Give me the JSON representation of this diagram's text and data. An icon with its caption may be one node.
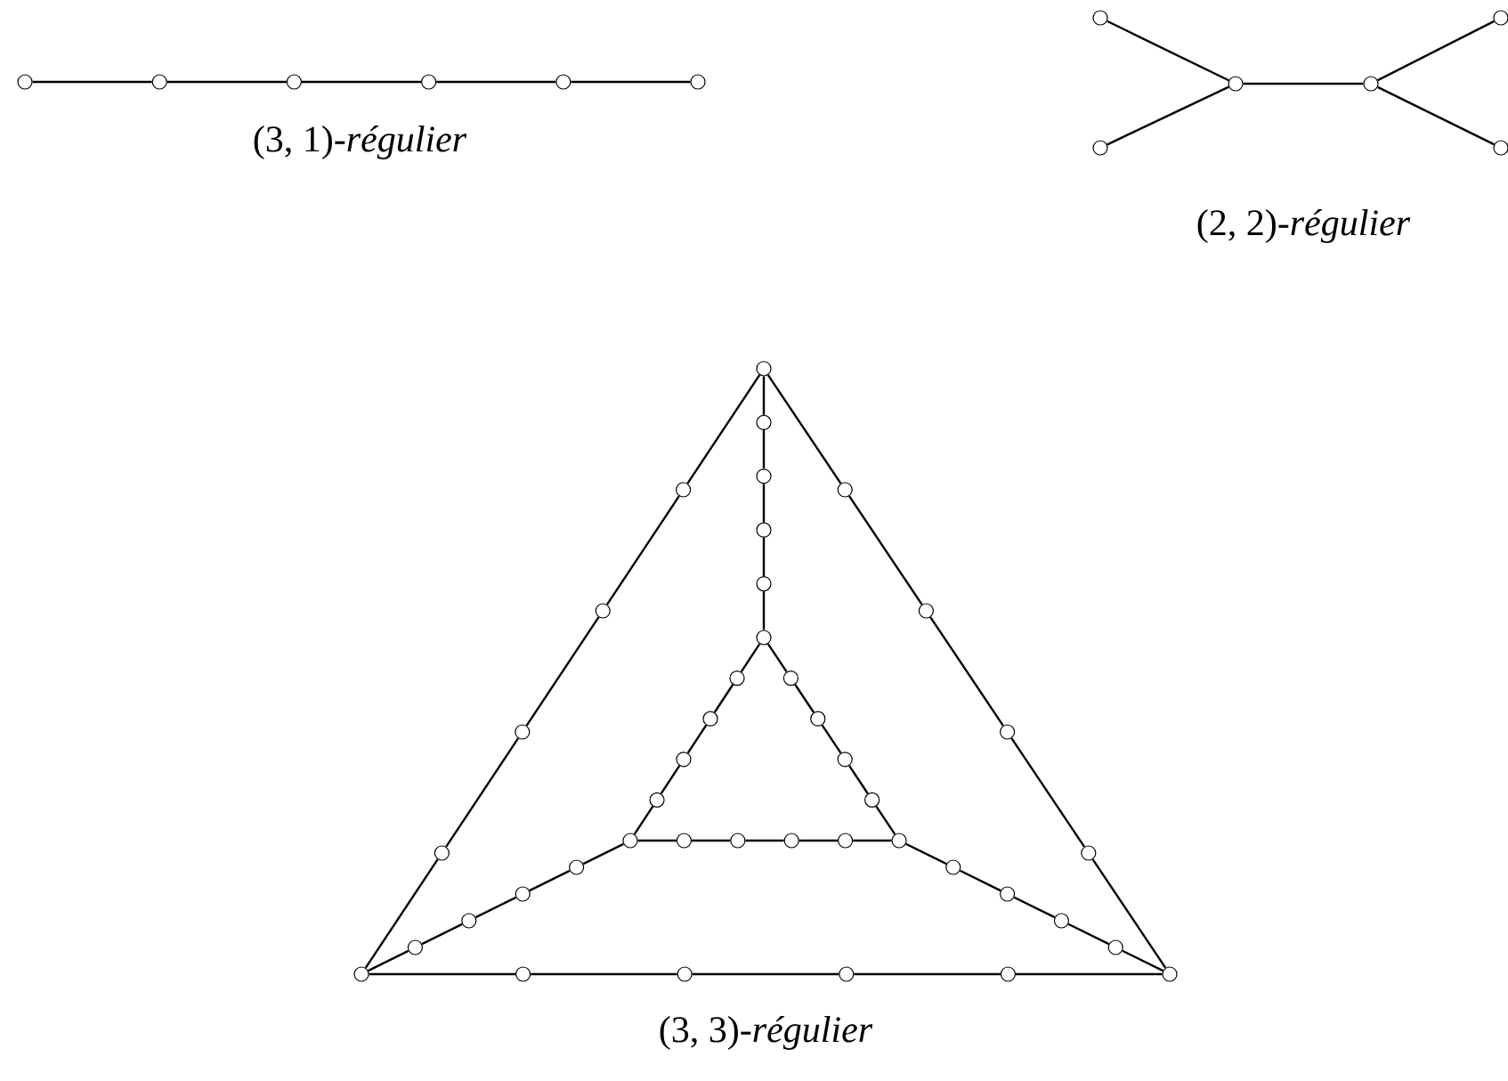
{
  "diagram": {
    "nodes": [
      {
        "text": [],
        "shape": "circle"
      },
      {
        "text": [],
        "shape": "circle"
      },
      {
        "text": [],
        "shape": "circle"
      },
      {
        "text": [],
        "shape": "circle"
      },
      {
        "text": [],
        "shape": "circle"
      },
      {
        "text": [],
        "shape": "circle"
      },
      {
        "text": [],
        "shape": "circle"
      },
      {
        "text": [],
        "shape": "circle"
      },
      {
        "text": [],
        "shape": "circle"
      },
      {
        "text": [],
        "shape": "circle"
      },
      {
        "text": [],
        "shape": "circle"
      },
      {
        "text": [],
        "shape": "circle"
      },
      {
        "text": [],
        "shape": "circle"
      },
      {
        "text": [],
        "shape": "circle"
      },
      {
        "text": [],
        "shape": "circle"
      },
      {
        "text": [],
        "shape": "circle"
      },
      {
        "text": [],
        "shape": "circle"
      },
      {
        "text": [],
        "shape": "circle"
      },
      {
        "text": [],
        "shape": "circle"
      },
      {
        "text": [],
        "shape": "circle"
      },
      {
        "text": [],
        "shape": "circle"
      },
      {
        "text": [],
        "shape": "circle"
      },
      {
        "text": [],
        "shape": "circle"
      },
      {
        "text": [],
        "shape": "circle"
      },
      {
        "text": [],
        "shape": "circle"
      },
      {
        "text": [],
        "shape": "circle"
      },
      {
        "text": [],
        "shape": "circle"
      },
      {
        "text": [],
        "shape": "circle"
      },
      {
        "text": [],
        "shape": "circle"
      },
      {
        "text": [],
        "shape": "circle"
      },
      {
        "text": [],
        "shape": "circle"
      },
      {
        "text": [],
        "shape": "circle"
      },
      {
        "text": [],
        "shape": "circle"
      },
      {
        "text": [],
        "shape": "circle"
      },
      {
        "text": [],
        "shape": "circle"
      },
      {
        "text": [],
        "shape": "circle"
      },
      {
        "text": [],
        "shape": "circle"
      },
      {
        "text": [],
        "shape": "circle"
      },
      {
        "text": [],
        "shape": "circle"
      },
      {
        "text": [],
        "shape": "circle"
      },
      {
        "text": [],
        "shape": "circle"
      },
      {
        "text": [],
        "shape": "circle"
      },
      {
        "text": [],
        "shape": "circle"
      },
      {
        "text": [],
        "shape": "circle"
      },
      {
        "text": [],
        "shape": "circle"
      },
      {
        "text": [],
        "shape": "circle"
      },
      {
        "text": [],
        "shape": "circle"
      },
      {
        "text": [],
        "shape": "circle"
      },
      {
        "text": [],
        "shape": "circle"
      },
      {
        "text": [],
        "shape": "circle"
      },
      {
        "text": [],
        "shape": "circle"
      },
      {
        "text": [],
        "shape": "circle"
      },
      {
        "text": [],
        "shape": "circle"
      },
      {
        "text": [],
        "shape": "circle"
      }
    ],
    "edges": [
      {
        "from": 0,
        "to": 1,
        "arrow": "none"
      },
      {
        "from": 1,
        "to": 2,
        "arrow": "none"
      },
      {
        "from": 2,
        "to": 3,
        "arrow": "none"
      },
      {
        "from": 3,
        "to": 4,
        "arrow": "none"
      },
      {
        "from": 4,
        "to": 5,
        "arrow": "none"
      },
      {
        "from": 6,
        "to": 8,
        "arrow": "none"
      },
      {
        "from": 7,
        "to": 8,
        "arrow": "none"
      },
      {
        "from": 8,
        "to": 9,
        "arrow": "none"
      },
      {
        "from": 9,
        "to": 10,
        "arrow": "none"
      },
      {
        "from": 9,
        "to": 11,
        "arrow": "none"
      },
      {
        "from": 12,
        "to": 18,
        "arrow": "none"
      },
      {
        "from": 18,
        "to": 19,
        "arrow": "none"
      },
      {
        "from": 19,
        "to": 20,
        "arrow": "none"
      },
      {
        "from": 20,
        "to": 21,
        "arrow": "none"
      },
      {
        "from": 21,
        "to": 13,
        "arrow": "none"
      },
      {
        "from": 12,
        "to": 22,
        "arrow": "none"
      },
      {
        "from": 22,
        "to": 23,
        "arrow": "none"
      },
      {
        "from": 23,
        "to": 24,
        "arrow": "none"
      },
      {
        "from": 24,
        "to": 25,
        "arrow": "none"
      },
      {
        "from": 25,
        "to": 14,
        "arrow": "none"
      },
      {
        "from": 13,
        "to": 26,
        "arrow": "none"
      },
      {
        "from": 26,
        "to": 27,
        "arrow": "none"
      },
      {
        "from": 27,
        "to": 28,
        "arrow": "none"
      },
      {
        "from": 28,
        "to": 29,
        "arrow": "none"
      },
      {
        "from": 29,
        "to": 14,
        "arrow": "none"
      },
      {
        "from": 12,
        "to": 30,
        "arrow": "none"
      },
      {
        "from": 30,
        "to": 31,
        "arrow": "none"
      },
      {
        "from": 31,
        "to": 32,
        "arrow": "none"
      },
      {
        "from": 32,
        "to": 33,
        "arrow": "none"
      },
      {
        "from": 33,
        "to": 15,
        "arrow": "none"
      },
      {
        "from": 15,
        "to": 34,
        "arrow": "none"
      },
      {
        "from": 34,
        "to": 35,
        "arrow": "none"
      },
      {
        "from": 35,
        "to": 36,
        "arrow": "none"
      },
      {
        "from": 36,
        "to": 37,
        "arrow": "none"
      },
      {
        "from": 37,
        "to": 16,
        "arrow": "none"
      },
      {
        "from": 15,
        "to": 38,
        "arrow": "none"
      },
      {
        "from": 38,
        "to": 39,
        "arrow": "none"
      },
      {
        "from": 39,
        "to": 40,
        "arrow": "none"
      },
      {
        "from": 40,
        "to": 41,
        "arrow": "none"
      },
      {
        "from": 41,
        "to": 17,
        "arrow": "none"
      },
      {
        "from": 16,
        "to": 42,
        "arrow": "none"
      },
      {
        "from": 42,
        "to": 43,
        "arrow": "none"
      },
      {
        "from": 43,
        "to": 44,
        "arrow": "none"
      },
      {
        "from": 44,
        "to": 45,
        "arrow": "none"
      },
      {
        "from": 45,
        "to": 17,
        "arrow": "none"
      },
      {
        "from": 13,
        "to": 46,
        "arrow": "none"
      },
      {
        "from": 46,
        "to": 47,
        "arrow": "none"
      },
      {
        "from": 47,
        "to": 48,
        "arrow": "none"
      },
      {
        "from": 48,
        "to": 49,
        "arrow": "none"
      },
      {
        "from": 49,
        "to": 16,
        "arrow": "none"
      },
      {
        "from": 14,
        "to": 50,
        "arrow": "none"
      },
      {
        "from": 50,
        "to": 51,
        "arrow": "none"
      },
      {
        "from": 51,
        "to": 52,
        "arrow": "none"
      },
      {
        "from": 52,
        "to": 53,
        "arrow": "none"
      },
      {
        "from": 53,
        "to": 17,
        "arrow": "none"
      }
    ],
    "labels": [
      "(3, 1)-*régulier*",
      "(2, 2)-*régulier*",
      "(3, 3)-*régulier*"
    ]
  }
}
